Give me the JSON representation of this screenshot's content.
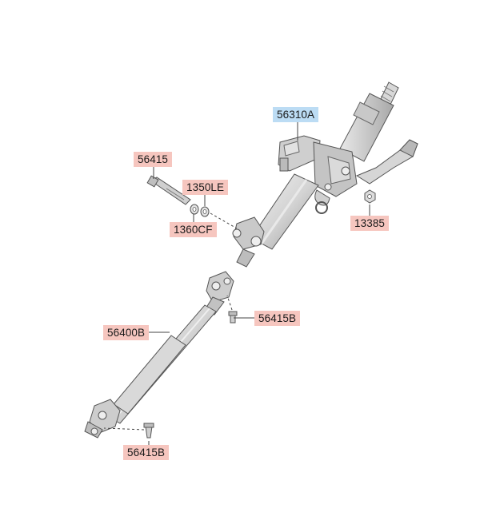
{
  "diagram": {
    "accent_colors": {
      "part_label_bg": "#f6c6bf",
      "selected_label_bg": "#bcdcf4",
      "leader_line": "#444444"
    },
    "labels": {
      "column_assembly": "56310A",
      "bolt": "56415",
      "washer_1": "1350LE",
      "washer_2": "1360CF",
      "nut": "13385",
      "bolt_upper_joint": "56415B",
      "intermediate_shaft": "56400B",
      "bolt_lower_joint": "56415B"
    },
    "selected_part": "56310A"
  }
}
